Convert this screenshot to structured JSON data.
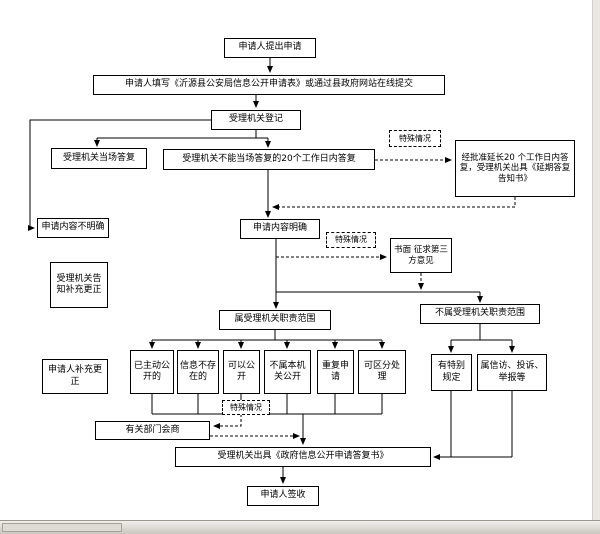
{
  "nodes": {
    "submit": "申请人提出申请",
    "fill": "申请人填写《沂源县公安局信息公开申请表》或通过县政府网站在线提交",
    "register": "受理机关登记",
    "onspot": "受理机关当场答复",
    "within20": "受理机关不能当场答复的20个工作日内答复",
    "special_top": "特殊情况",
    "extend": "经批准延长20 个工作日内答复，受理机关出具《延期答复告知书》",
    "unclear": "申请内容不明确",
    "clear": "申请内容明确",
    "special_mid": "特殊情况",
    "thirdparty": "书面 征求第三方意见",
    "notify": "受理机关告知补充更正",
    "inscope": "属受理机关职责范围",
    "outscope": "不属受理机关职责范围",
    "supplement": "申请人补充更正",
    "proactive": "已主动公开的",
    "notexist": "信息不存在的",
    "canopen": "可以公开",
    "notthis": "不属本机关公开",
    "repeat": "重复申请",
    "separable": "可区分处理",
    "specialrule": "有特别规定",
    "petition": "属信访、投诉、举报等",
    "special_bottom": "特殊情况",
    "consult": "有关部门会商",
    "reply": "受理机关出具《政府信息公开申请答复书》",
    "sign": "申请人签收"
  }
}
